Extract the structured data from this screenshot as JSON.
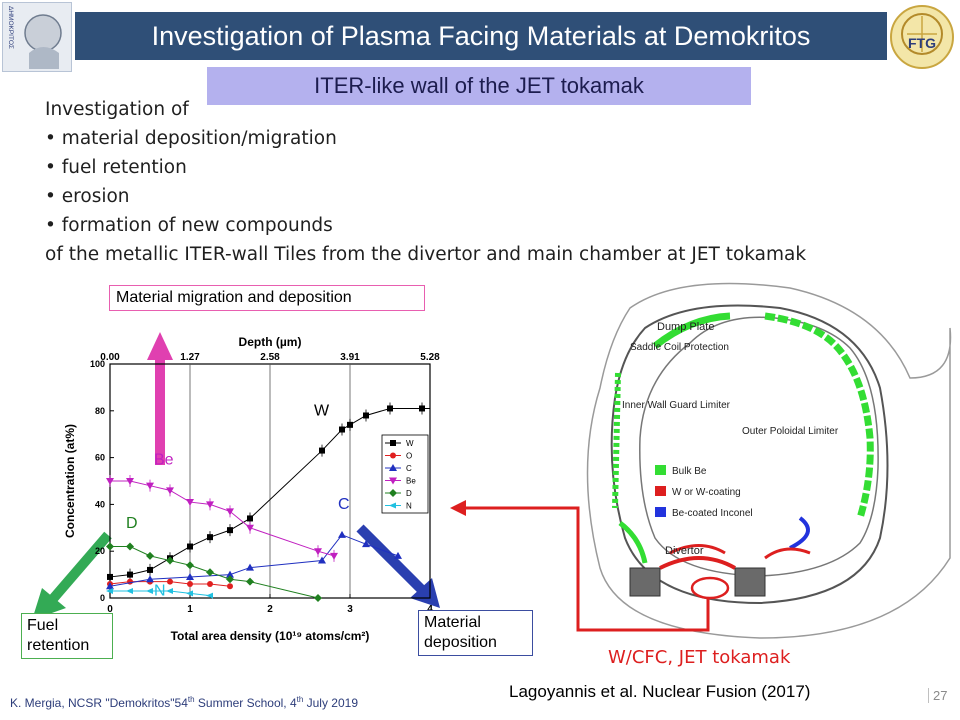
{
  "slide": {
    "title": "Investigation of Plasma Facing Materials at Demokritos",
    "subtitle": "ITER-like wall of the JET tokamak",
    "logo_left_text": "ΔΗΜΟΚΡΙΤΟΣ",
    "logo_right_text": "FTG",
    "intro": "Investigation of",
    "bullets": [
      "• material deposition/migration",
      "• fuel retention",
      "• erosion",
      "• formation of new compounds"
    ],
    "closing": "of the metallic ITER-wall Tiles from the divertor and main chamber at JET tokamak",
    "material_migration_label": "Material migration and deposition",
    "fuel_retention_label": "Fuel retention",
    "material_deposition_label": "Material deposition",
    "jet_label": "W/CFC, JET tokamak",
    "citation": "Lagoyannis et al. Nuclear Fusion (2017)",
    "footer_author": "K. Mergia, NCSR \"Demokritos\"54",
    "footer_sup1": "th",
    "footer_mid": " Summer School, 4",
    "footer_sup2": "th",
    "footer_end": " July 2019",
    "page_number": "27"
  },
  "chart_data": {
    "type": "line",
    "top_axis_label": "Depth (µm)",
    "top_ticks": [
      "0.00",
      "1.27",
      "2.58",
      "3.91",
      "5.28"
    ],
    "xlabel": "Total area density (10¹⁹ atoms/cm²)",
    "ylabel": "Concentration (at%)",
    "xlim": [
      0,
      4
    ],
    "ylim": [
      0,
      100
    ],
    "x_ticks": [
      "0",
      "1",
      "2",
      "3",
      "4"
    ],
    "y_ticks": [
      "0",
      "20",
      "40",
      "60",
      "80",
      "100"
    ],
    "legend": [
      "W",
      "O",
      "C",
      "Be",
      "D",
      "N"
    ],
    "legend_position": "right",
    "series": [
      {
        "name": "W",
        "color": "#000000",
        "x": [
          0,
          0.25,
          0.5,
          0.75,
          1.0,
          1.25,
          1.5,
          1.75,
          2.65,
          2.9,
          3.0,
          3.2,
          3.5,
          3.9,
          4.0
        ],
        "y": [
          9,
          10,
          12,
          17,
          22,
          26,
          29,
          34,
          63,
          72,
          74,
          78,
          81,
          81,
          81
        ]
      },
      {
        "name": "O",
        "color": "#e02020",
        "x": [
          0,
          0.25,
          0.5,
          0.75,
          1.0,
          1.25,
          1.5
        ],
        "y": [
          6,
          7,
          7,
          7,
          6,
          6,
          5
        ]
      },
      {
        "name": "C",
        "color": "#2030c0",
        "x": [
          0,
          0.5,
          1.0,
          1.5,
          1.75,
          2.65,
          2.9,
          3.2,
          3.6
        ],
        "y": [
          5,
          8,
          9,
          10,
          13,
          16,
          27,
          23,
          18
        ]
      },
      {
        "name": "Be",
        "color": "#c020c0",
        "x": [
          0,
          0.25,
          0.5,
          0.75,
          1.0,
          1.25,
          1.5,
          1.75,
          2.6,
          2.8
        ],
        "y": [
          50,
          50,
          48,
          46,
          41,
          40,
          37,
          30,
          20,
          18
        ]
      },
      {
        "name": "D",
        "color": "#208020",
        "x": [
          0,
          0.25,
          0.5,
          0.75,
          1.0,
          1.25,
          1.5,
          1.75,
          2.6
        ],
        "y": [
          22,
          22,
          18,
          16,
          14,
          11,
          8,
          7,
          0
        ]
      },
      {
        "name": "N",
        "color": "#20c0e0",
        "x": [
          0,
          0.25,
          0.5,
          0.75,
          1.0,
          1.25
        ],
        "y": [
          3,
          3,
          3,
          3,
          2,
          1
        ]
      }
    ],
    "annotations": [
      {
        "text": "W",
        "x": 2.55,
        "y": 78,
        "color": "#000000"
      },
      {
        "text": "Be",
        "x": 0.55,
        "y": 57,
        "color": "#c020c0"
      },
      {
        "text": "D",
        "x": 0.2,
        "y": 30,
        "color": "#208020"
      },
      {
        "text": "C",
        "x": 2.85,
        "y": 38,
        "color": "#2030c0"
      },
      {
        "text": "N",
        "x": 0.55,
        "y": 1,
        "color": "#20c0e0"
      }
    ]
  },
  "diagram": {
    "labels": [
      "Dump Plate",
      "Saddle Coil Protection",
      "Inner Wall Guard Limiter",
      "Outer Poloidal Limiter",
      "Divertor"
    ],
    "legend": [
      {
        "label": "Bulk Be",
        "color": "#33dd33"
      },
      {
        "label": "W or W-coating",
        "color": "#dd1f1f"
      },
      {
        "label": "Be-coated Inconel",
        "color": "#2233dd"
      }
    ]
  }
}
